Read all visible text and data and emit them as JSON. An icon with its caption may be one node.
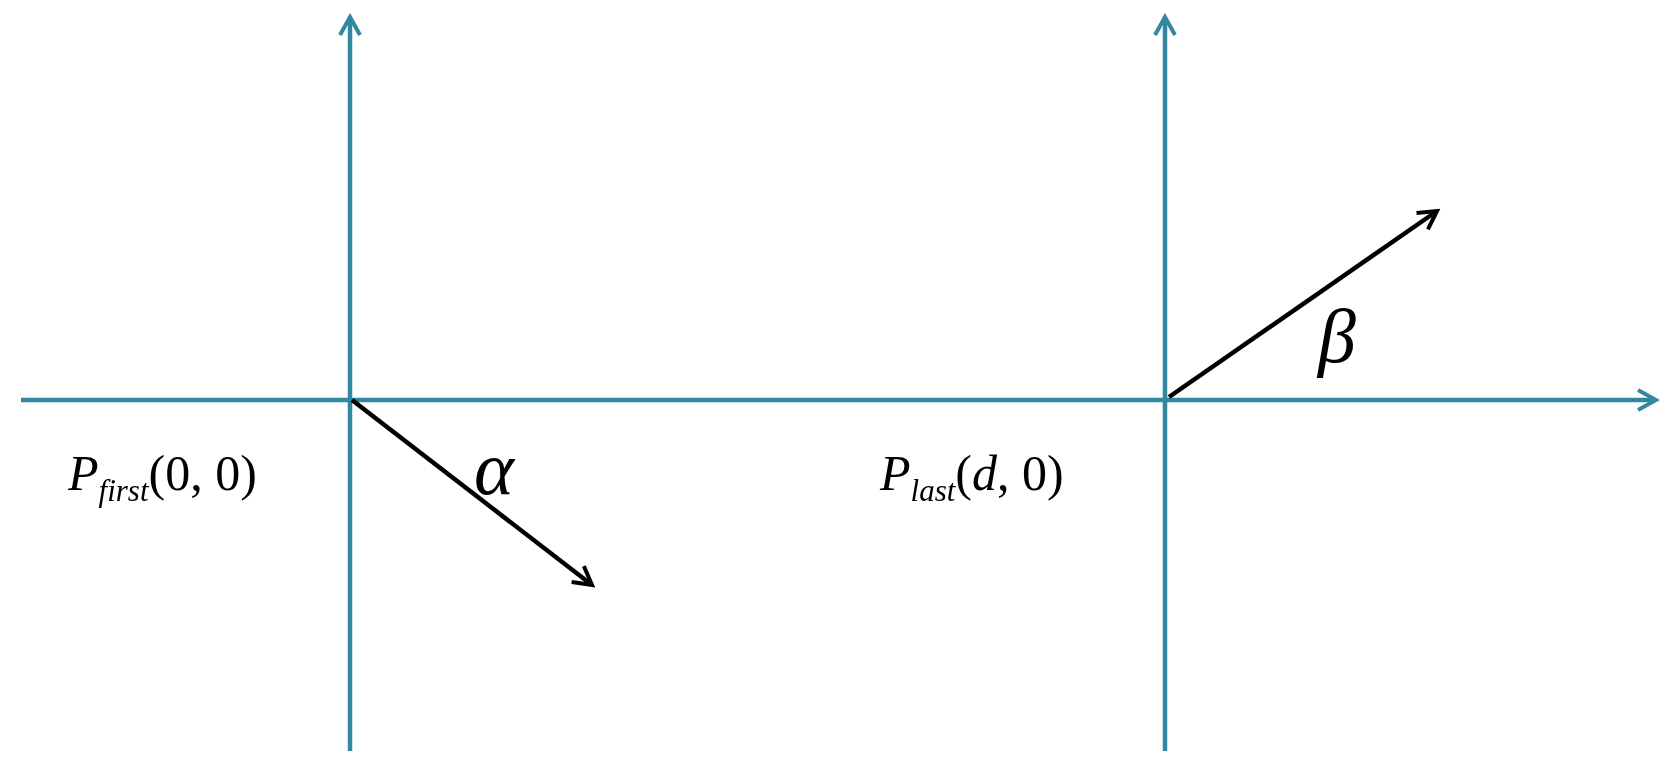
{
  "diagram": {
    "labels": [
      "*P*$_{first}$(0, 0)",
      "α",
      "*P*$_{last}$(*d*, 0)",
      "β"
    ]
  }
}
